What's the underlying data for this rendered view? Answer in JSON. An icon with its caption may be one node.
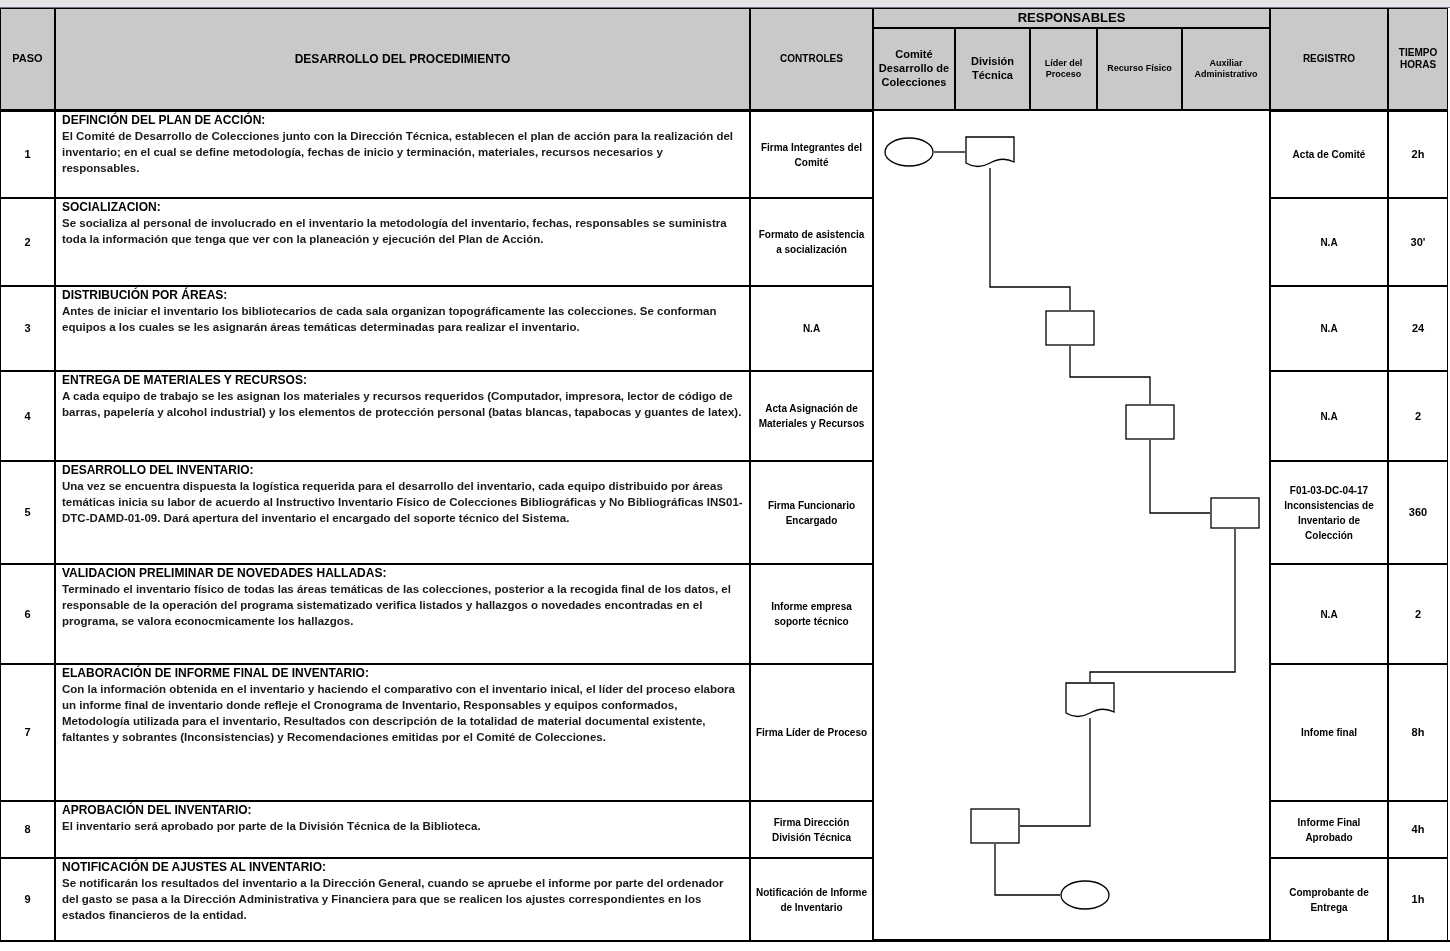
{
  "diagram": {
    "nodes": [
      {
        "text": [],
        "shape": "ellipse"
      },
      {
        "text": [],
        "shape": "document"
      },
      {
        "text": [],
        "shape": "box"
      },
      {
        "text": [],
        "shape": "box"
      },
      {
        "text": [],
        "shape": "box"
      },
      {
        "text": [],
        "shape": "document"
      },
      {
        "text": [],
        "shape": "box"
      },
      {
        "text": [],
        "shape": "ellipse"
      }
    ],
    "edges": [
      {
        "from": 0,
        "to": 1,
        "arrow": "none"
      },
      {
        "from": 1,
        "to": 2,
        "arrow": "none"
      },
      {
        "from": 2,
        "to": 3,
        "arrow": "none"
      },
      {
        "from": 3,
        "to": 4,
        "arrow": "none"
      },
      {
        "from": 4,
        "to": 5,
        "arrow": "none"
      },
      {
        "from": 5,
        "to": 6,
        "arrow": "none"
      },
      {
        "from": 6,
        "to": 7,
        "arrow": "none"
      }
    ],
    "labels": [
      "PASO",
      "DESARROLLO DEL PROCEDIMIENTO",
      "CONTROLES",
      "RESPONSABLES",
      "Comité Desarrollo de Colecciones",
      "División Técnica",
      "Líder del Proceso",
      "Recurso Físico",
      "Auxiliar Administrativo",
      "REGISTRO",
      "TIEMPO HORAS",
      "1",
      "DEFINCIÓN DEL PLAN DE ACCIÓN:",
      "El Comité de Desarrollo de Colecciones junto con la Dirección Técnica, establecen el plan de acción para la realización del inventario; en el cual se define metodología, fechas de inicio y terminación, materiales, recursos necesarios y responsables.",
      "Firma Integrantes del Comité",
      "Acta de Comité",
      "2h",
      "2",
      "SOCIALIZACION:",
      "Se socializa al personal de involucrado en el inventario la metodología del inventario, fechas, responsables se suministra toda la información que tenga que ver con la planeación y ejecución del Plan de Acción.",
      "Formato de asistencia a socialización",
      "N.A",
      "30'",
      "3",
      "DISTRIBUCIÓN POR ÁREAS:",
      "Antes de iniciar el inventario  los bibliotecarios de cada sala organizan topográficamente las colecciones. Se conforman equipos  a los cuales se les asignarán áreas temáticas determinadas para realizar el inventario.",
      "N.A",
      "N.A",
      "24",
      "4",
      "ENTREGA DE MATERIALES Y RECURSOS:",
      "A cada equipo de trabajo se les asignan los materiales y recursos requeridos (Computador, impresora, lector de código de barras, papelería y alcohol industrial) y los elementos de protección personal (batas blancas, tapabocas y guantes de latex).",
      "Acta Asignación de Materiales y Recursos",
      "N.A",
      "2",
      "5",
      "DESARROLLO DEL INVENTARIO:",
      "Una vez se encuentra dispuesta la logística requerida para el desarrollo del inventario, cada equipo distribuido por áreas temáticas inicia su labor de acuerdo al Instructivo Inventario Físico de Colecciones Bibliográficas y No Bibliográficas INS01-DTC-DAMD-01-09.    Dará apertura del inventario  el encargado del soporte técnico del Sistema.",
      "Firma Funcionario Encargado",
      "F01-03-DC-04-17 Inconsistencias de Inventario de Colección",
      "360",
      "6",
      "VALIDACION PRELIMINAR DE NOVEDADES HALLADAS:",
      "Terminado el inventario físico  de todas las áreas temáticas de las colecciones,  posterior a la recogida final de los datos,  el responsable de la operación del programa sistematizado verifica listados y hallazgos o novedades encontradas en el programa, se valora econocmicamente los hallazgos.",
      "Informe empresa soporte técnico",
      "N.A",
      "2",
      "7",
      "ELABORACIÓN DE INFORME FINAL DE INVENTARIO:",
      "Con la información obtenida en el inventario y haciendo el comparativo con el inventario inical, el líder del proceso elabora un informe final de inventario donde refleje el Cronograma de Inventario, Responsables y equipos conformados, Metodología utilizada para el inventario, Resultados con descripción de la totalidad de material documental existente, faltantes y sobrantes (Inconsistencias) y Recomendaciones emitidas por el Comité de Colecciones.",
      "Firma Líder de Proceso",
      "Infome final",
      "8h",
      "8",
      "APROBACIÓN DEL INVENTARIO:",
      "El inventario será aprobado por parte de la División Técnica de la Biblioteca.",
      "Firma Dirección División Técnica",
      "Informe Final Aprobado",
      "4h",
      "9",
      "NOTIFICACIÓN DE AJUSTES AL INVENTARIO:",
      "Se notificarán los resultados del inventario a la Dirección General, cuando se apruebe el informe por parte del ordenador del gasto se pasa a la Dirección Administrativa y Financiera para que se realicen los ajustes correspondientes en los estados financieros de la entidad.",
      "Notificación de Informe de Inventario",
      "Comprobante de Entrega",
      "1h"
    ]
  }
}
